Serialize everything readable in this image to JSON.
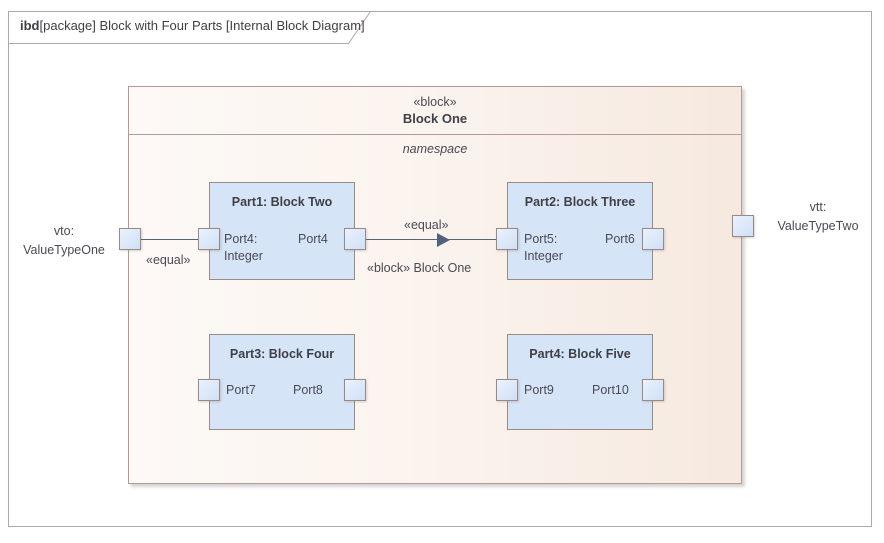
{
  "diagram": {
    "frame_title_kind": "ibd",
    "frame_title_rest": "[package] Block with Four Parts [Internal Block Diagram]",
    "colors": {
      "frame_border": "#b6a5a5",
      "block_border": "#b59a96",
      "part_fill": "#d6e4f7",
      "part_border": "#9a8a86",
      "connector": "#5a6275",
      "text": "#4a4a55"
    }
  },
  "block_one": {
    "stereotype": "«block»",
    "name": "Block One",
    "compartment_label": "namespace"
  },
  "parts": [
    {
      "title": "Part1: Block Two",
      "left_port_label_line1": "Port4:",
      "left_port_label_line2": "Integer",
      "right_port_label": "Port4"
    },
    {
      "title": "Part2: Block Three",
      "left_port_label_line1": "Port5:",
      "left_port_label_line2": "Integer",
      "right_port_label": "Port6"
    },
    {
      "title": "Part3: Block Four",
      "left_port_label_line1": "Port7",
      "left_port_label_line2": "",
      "right_port_label": "Port8"
    },
    {
      "title": "Part4: Block Five",
      "left_port_label_line1": "Port9",
      "left_port_label_line2": "",
      "right_port_label": "Port10"
    }
  ],
  "connectors": {
    "left_external": {
      "label_below": "«equal»"
    },
    "inner": {
      "label_above": "«equal»",
      "label_below": "«block» Block One"
    }
  },
  "external_values": [
    {
      "line1": "vto:",
      "line2": "ValueTypeOne"
    },
    {
      "line1": "vtt:",
      "line2": "ValueTypeTwo"
    }
  ]
}
